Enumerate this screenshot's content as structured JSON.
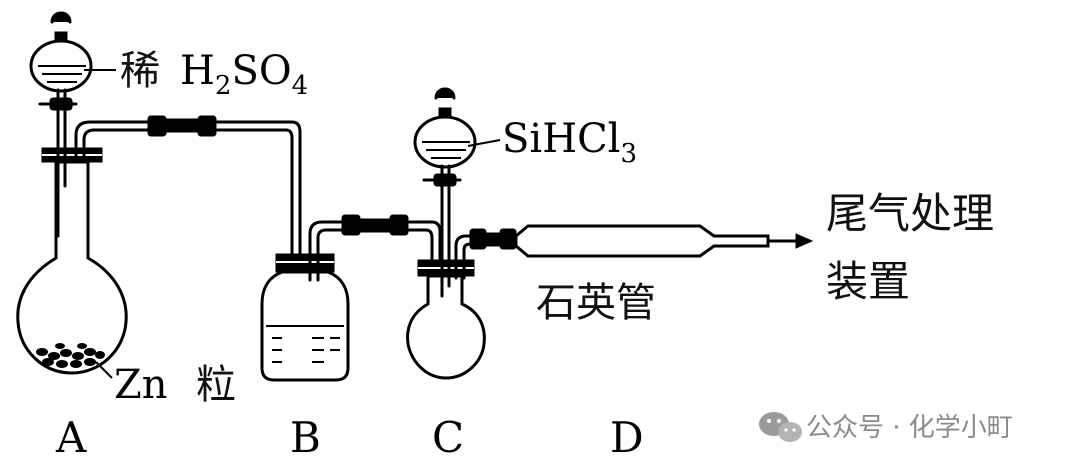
{
  "labels": {
    "dilute_prefix": "稀",
    "h2so4_H": "H",
    "h2so4_2": "2",
    "h2so4_SO": "SO",
    "h2so4_4": "4",
    "sihcl_main": "SiHCl",
    "sihcl_3": "3",
    "zn_text": "Zn",
    "zn_suffix": "粒",
    "quartz_tube": "石英管",
    "tail_line1": "尾气处理",
    "tail_line2": "装置",
    "letter_a": "A",
    "letter_b": "B",
    "letter_c": "C",
    "letter_d": "D"
  },
  "watermark": {
    "text": "公众号 · 化学小町",
    "icon": "wechat-icon"
  }
}
